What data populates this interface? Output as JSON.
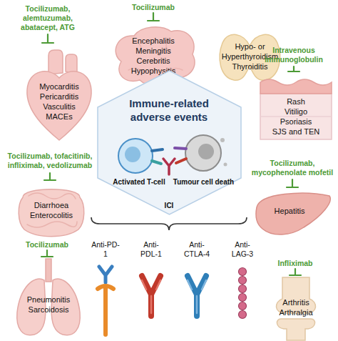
{
  "diagram": {
    "nodes": [
      {
        "text": [
          "Encephalitis",
          "Meningitis",
          "Cerebritis",
          "Hypophysitis"
        ]
      },
      {
        "text": [
          "Hypo- or Hyperthyroidism",
          "Thyroiditis"
        ]
      },
      {
        "text": [
          "Myocarditis",
          "Pericarditis",
          "Vasculitis",
          "MACEs"
        ]
      },
      {
        "text": [
          "Rash",
          "Vitiligo",
          "Psoriasis",
          "SJS and TEN"
        ]
      },
      {
        "text": [
          "Immune-related adverse events",
          "Activated T-cell",
          "Tumour cell death",
          "ICI"
        ]
      },
      {
        "text": [
          "Diarrhoea",
          "Enterocolitis"
        ]
      },
      {
        "text": [
          "Hepatitis"
        ]
      },
      {
        "text": [
          "Pneumonitis",
          "Sarcoidosis"
        ]
      },
      {
        "text": [
          "Arthritis",
          "Arthralgia"
        ]
      }
    ],
    "labels": [
      "Tocilizumab",
      "Tocilizumab, alemtuzumab, abatacept, ATG",
      "Intravenous immunoglobulin",
      "Tocilizumab, tofacitinib, infliximab, vedolizumab",
      "Tocilizumab, mycophenolate mofetil",
      "Tocilizumab",
      "Infliximab",
      "Anti-PD-1",
      "Anti-PDL-1",
      "Anti-CTLA-4",
      "Anti-LAG-3"
    ]
  }
}
